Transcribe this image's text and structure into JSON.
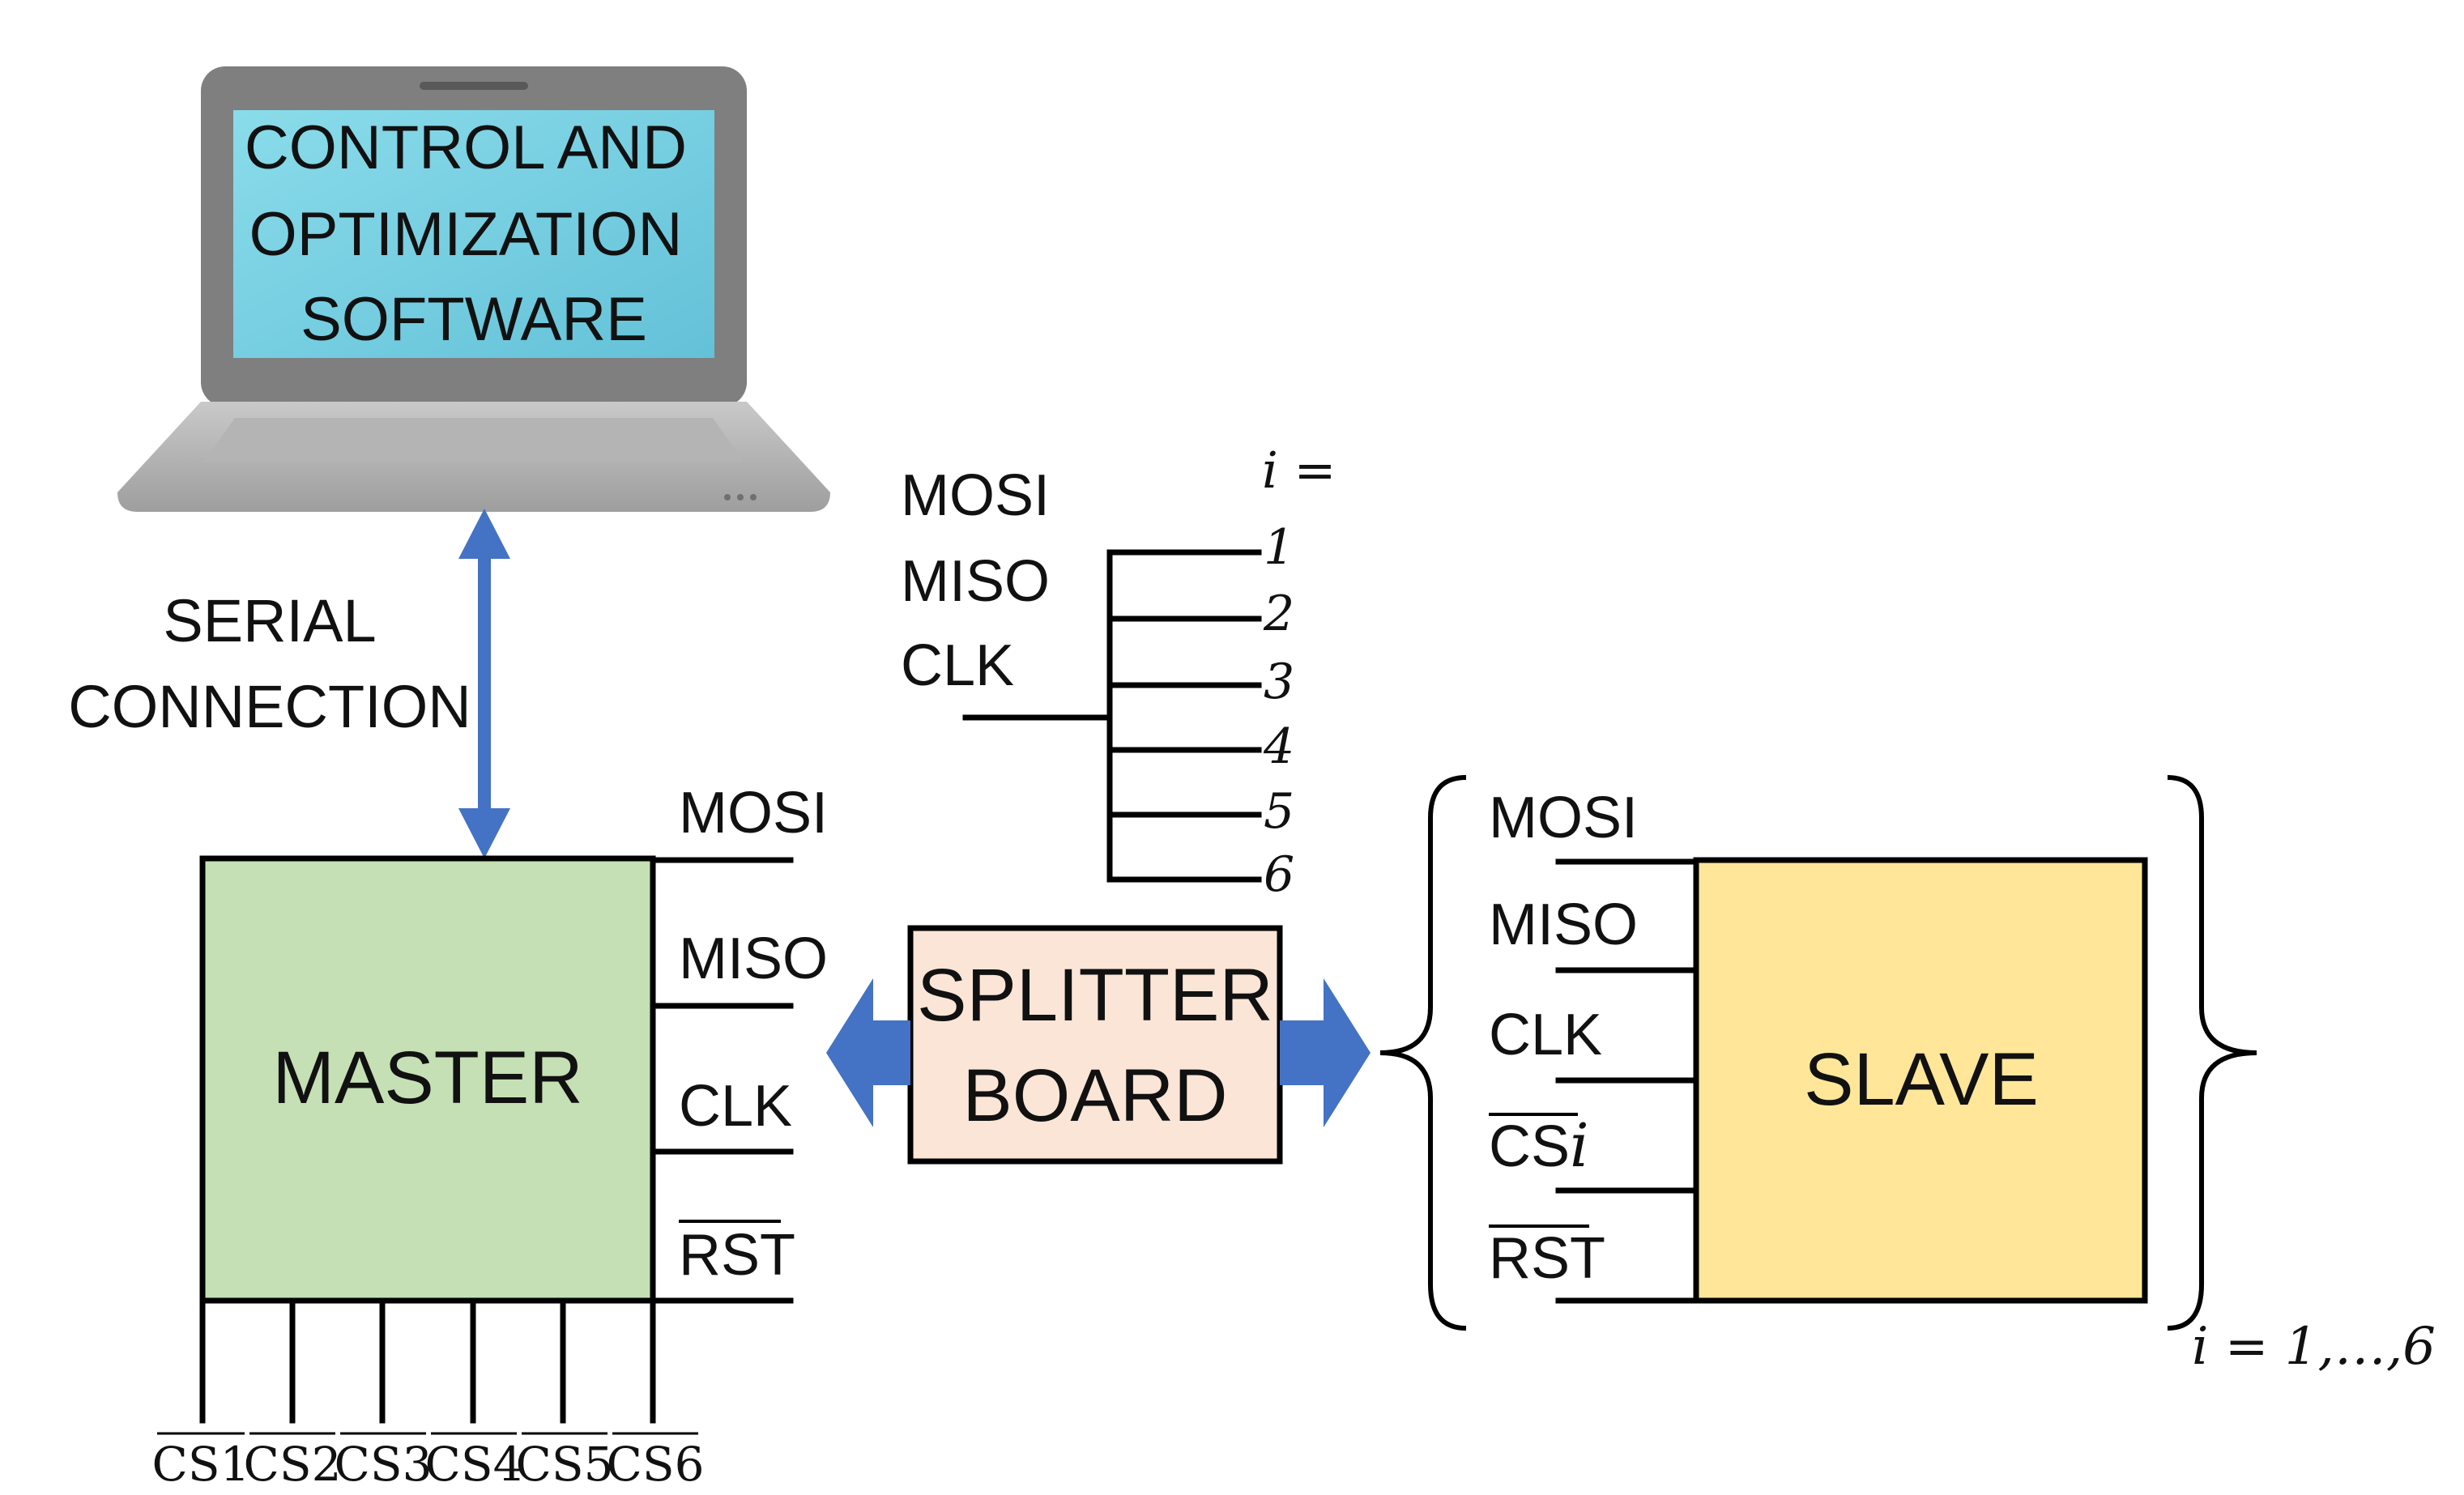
{
  "laptop": {
    "screen_lines": [
      "CONTROL AND",
      "OPTIMIZATION",
      "SOFTWARE"
    ]
  },
  "serial": {
    "lines": [
      "SERIAL",
      "CONNECTION"
    ]
  },
  "master": {
    "label": "MASTER",
    "pins": [
      "MOSI",
      "MISO",
      "CLK",
      "RST"
    ],
    "cs_pins": [
      "CS1",
      "CS2",
      "CS3",
      "CS4",
      "CS5",
      "CS6"
    ]
  },
  "splitter": {
    "lines": [
      "SPLITTER",
      "BOARD"
    ],
    "bus_signals": [
      "MOSI",
      "MISO",
      "CLK"
    ],
    "i_header": "i =",
    "indices": [
      "1",
      "2",
      "3",
      "4",
      "5",
      "6"
    ]
  },
  "slave": {
    "label": "SLAVE",
    "pins": [
      "MOSI",
      "MISO",
      "CLK",
      "CS",
      "RST"
    ],
    "cs_suffix": "i",
    "range_note": "i = 1,…,6"
  },
  "colors": {
    "master_fill": "#c5e0b4",
    "slave_fill": "#ffe699",
    "splitter_fill": "#fbe5d6",
    "arrow": "#4472c4",
    "screen": "#6ec6da",
    "laptop_body": "#a6a6a6"
  }
}
